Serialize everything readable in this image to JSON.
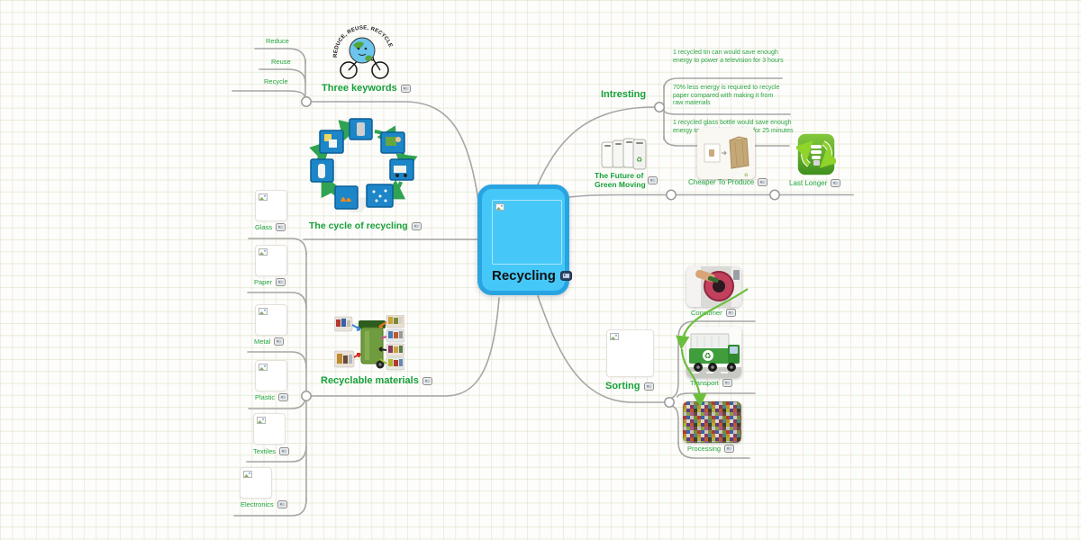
{
  "app": {
    "type": "mind-map-canvas"
  },
  "colors": {
    "label_green": "#17a13a",
    "child_green": "#22a63f",
    "root_fill": "#45c8f7",
    "root_border": "#29a4e1",
    "connector_grey": "#a6a6a6",
    "flow_arrow_green": "#6abf3a"
  },
  "icons": {
    "media": "media-attachment-chip",
    "broken_image": "broken-image-placeholder"
  },
  "labels": {
    "root": "Recycling",
    "three_keywords": "Three keywords",
    "reduce": "Reduce",
    "reuse": "Reuse",
    "recycle": "Recycle",
    "arc_text": "REDUCE, REUSE, RECYCLE",
    "cycle": "The cycle of recycling",
    "intresting": "Intresting",
    "note_tin": "1 recycled tin can would save enough energy to power a television for 3 hours",
    "note_paper": "70% less energy is required to recycle paper compared with making it from raw materials",
    "note_glass": "1 recycled glass bottle would save enough energy to power a computer for 25 minutes",
    "future": "The Future of Green Moving",
    "cheaper": "Cheaper To Produce",
    "last_longer": "Last Longer",
    "materials": "Recyclable materials",
    "glass": "Glass",
    "paper": "Paper",
    "metal": "Metal",
    "plastic": "Plastic",
    "textiles": "Textiles",
    "electronics": "Electronics",
    "sorting": "Sorting",
    "consumer": "Consumer",
    "transport": "Transport",
    "processing": "Processing"
  }
}
